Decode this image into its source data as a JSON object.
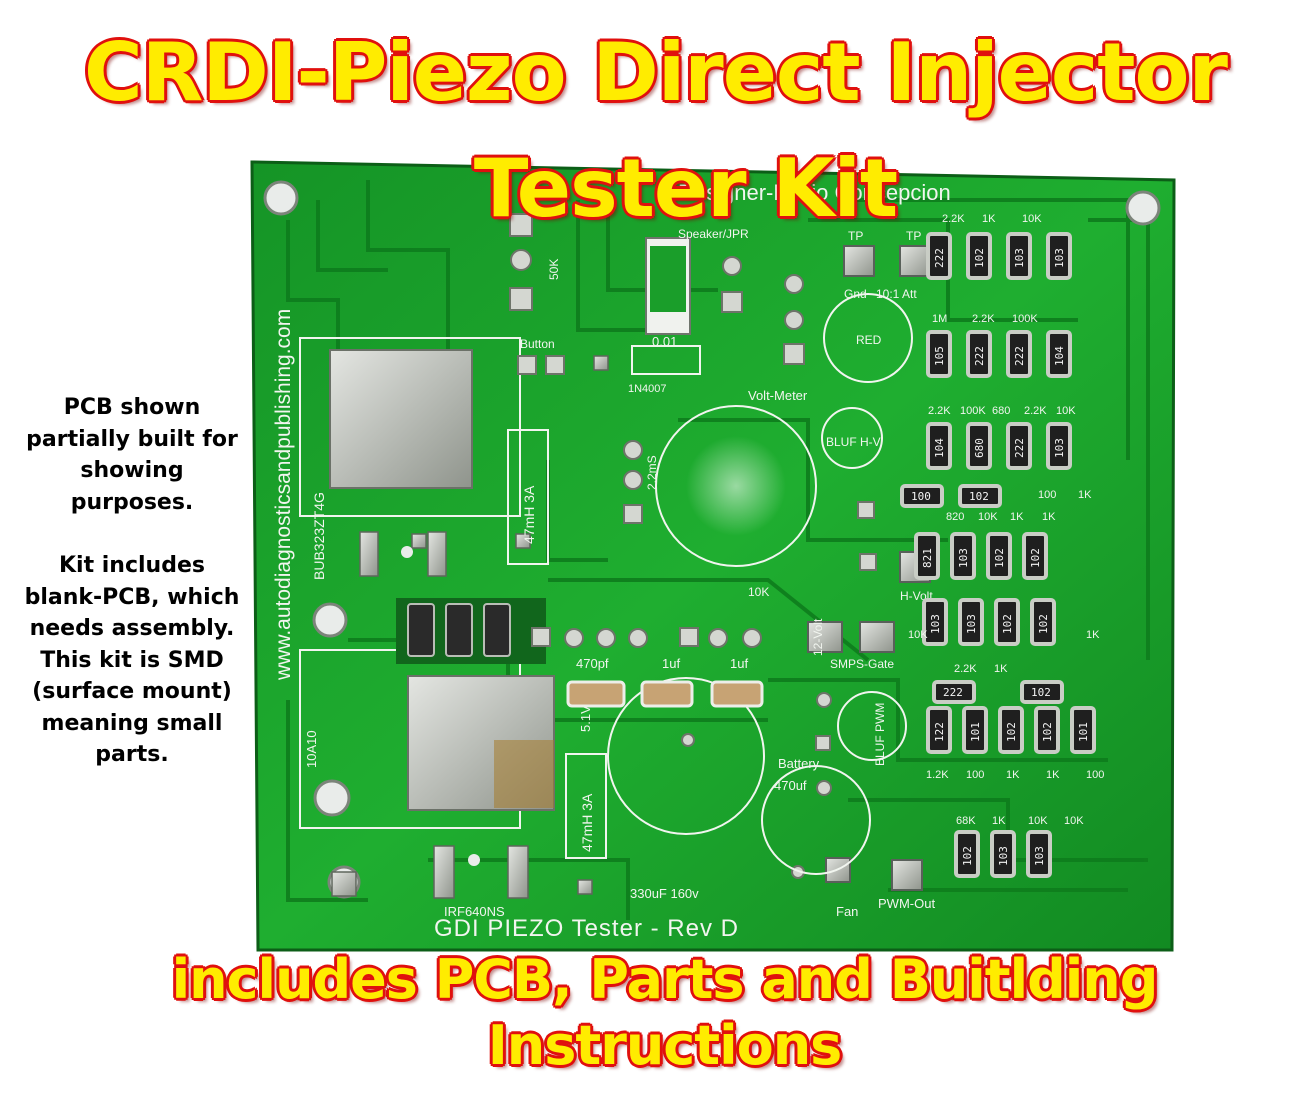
{
  "headline": {
    "line1": "CRDI-Piezo Direct Injector",
    "line2": "Tester Kit"
  },
  "side_notes": {
    "note1": "PCB shown partially built for showing purposes.",
    "note2": "Kit includes blank-PCB, which needs assembly. This kit is SMD (surface mount) meaning small parts."
  },
  "footer": {
    "line1": "includes PCB, Parts and Buitlding",
    "line2": "Instructions"
  },
  "pcb": {
    "board_label": "GDI PIEZO Tester - Rev D",
    "website": "www.autodiagnosticsandpublishing.com",
    "code": "BUB323ZT4G",
    "header_text": "Designer-Mario Concepcion",
    "silk": {
      "speaker": "Speaker/JPR",
      "button": "Button",
      "r50k": "50K",
      "d001": "0.01",
      "diode": "1N4007",
      "voltmeter": "Volt-Meter",
      "tp": "TP",
      "gnd": "Gnd",
      "att": "10:1 Att",
      "red": "RED",
      "bluf_hv": "BLUF H-V",
      "bluf_pwm": "BLUF PWM",
      "inductor1": "47mH 3A",
      "inductor2": "47mH 3A",
      "cap470pf": "470pf",
      "cap1uf_a": "1uf",
      "cap1uf_b": "1uf",
      "zener": "5.1V",
      "battery": "Battery",
      "cap470uf": "470uf",
      "cap330uf": "330uF 160v",
      "fan": "Fan",
      "pwm_out": "PWM-Out",
      "smps_gate": "SMPS-Gate",
      "v12": "12-Volt",
      "hvolt": "H-Volt",
      "mosfet": "IRF640NS",
      "fuse": "10A10",
      "timer": "2.2mS",
      "r10k_mid": "10K"
    },
    "resistor_labels": {
      "row1": [
        "2.2K",
        "1K",
        "10K"
      ],
      "row2": [
        "1M",
        "2.2K",
        "100K"
      ],
      "row3": [
        "2.2K",
        "100K",
        "680",
        "2.2K",
        "10K"
      ],
      "row4": [
        "100",
        "1K"
      ],
      "row5": [
        "820",
        "10K",
        "1K",
        "1K"
      ],
      "row6": [
        "10K",
        "1K"
      ],
      "row7": [
        "2.2K",
        "1K"
      ],
      "row8": [
        "1.2K",
        "100",
        "1K",
        "1K",
        "100"
      ],
      "row9": [
        "68K",
        "1K",
        "10K",
        "10K"
      ]
    },
    "smd_codes": {
      "row1": [
        "222",
        "102",
        "103",
        "103"
      ],
      "row2": [
        "105",
        "222",
        "222",
        "104"
      ],
      "row3": [
        "104",
        "680",
        "222",
        "103"
      ],
      "row4": [
        "100",
        "102"
      ],
      "row5": [
        "821",
        "103",
        "102",
        "102"
      ],
      "row6": [
        "103",
        "103",
        "102",
        "102"
      ],
      "row7": [
        "222",
        "102"
      ],
      "row8": [
        "122",
        "101",
        "102",
        "102",
        "101"
      ],
      "row9": [
        "102",
        "103",
        "103"
      ]
    },
    "colors": {
      "board": "#1a9e2a",
      "board_dark": "#0f7a1e",
      "silkscreen": "#f1f5ef",
      "pad": "#c8ccc6"
    }
  }
}
